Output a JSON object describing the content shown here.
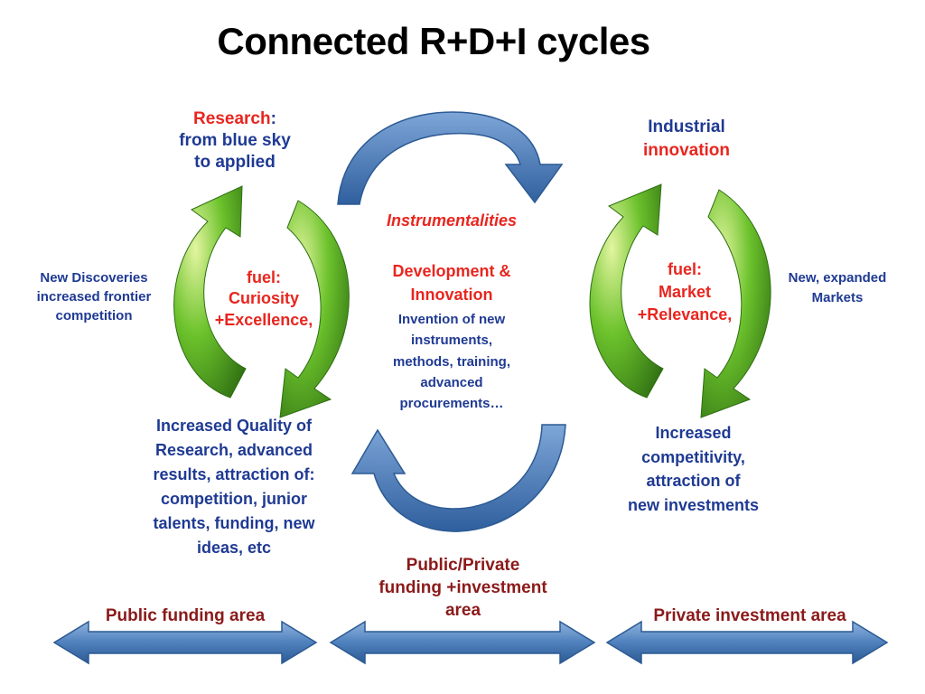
{
  "title": "Connected R+D+I cycles",
  "research": {
    "heading": "Research",
    "colon": ":",
    "line2": "from blue sky",
    "line3": "to applied"
  },
  "left_side": {
    "line1": "New Discoveries",
    "line2": "increased frontier",
    "line3": "competition"
  },
  "left_fuel": {
    "line1": "fuel:",
    "line2": "Curiosity",
    "line3": "+Excellence,"
  },
  "left_bottom": {
    "line1": "Increased Quality of",
    "line2": "Research, advanced",
    "line3": "results, attraction of:",
    "line4": "competition, junior",
    "line5": "talents, funding, new",
    "line6": "ideas, etc"
  },
  "center": {
    "instrumentalities": "Instrumentalities",
    "dev_line1": "Development &",
    "dev_line2": "Innovation",
    "desc_line1": "Invention of new",
    "desc_line2": "instruments,",
    "desc_line3": "methods, training,",
    "desc_line4": "advanced",
    "desc_line5": "procurements…"
  },
  "industrial": {
    "line1": "Industrial",
    "line2": "innovation"
  },
  "right_fuel": {
    "line1": "fuel:",
    "line2": "Market",
    "line3": "+Relevance,"
  },
  "right_side": {
    "line1": "New, expanded",
    "line2": "Markets"
  },
  "right_bottom": {
    "line1": "Increased",
    "line2": "competitivity,",
    "line3": "attraction of",
    "line4": "new investments"
  },
  "areas": {
    "public": "Public funding area",
    "mixed_line1": "Public/Private",
    "mixed_line2": "funding +investment",
    "mixed_line3": "area",
    "private": "Private investment area"
  },
  "colors": {
    "navy_text": "#1f3a93",
    "red_text": "#e8261f",
    "maroon_text": "#8b1a1a",
    "blue_arrow": "#4f81bd",
    "green_arrow": "#5aa82a"
  }
}
